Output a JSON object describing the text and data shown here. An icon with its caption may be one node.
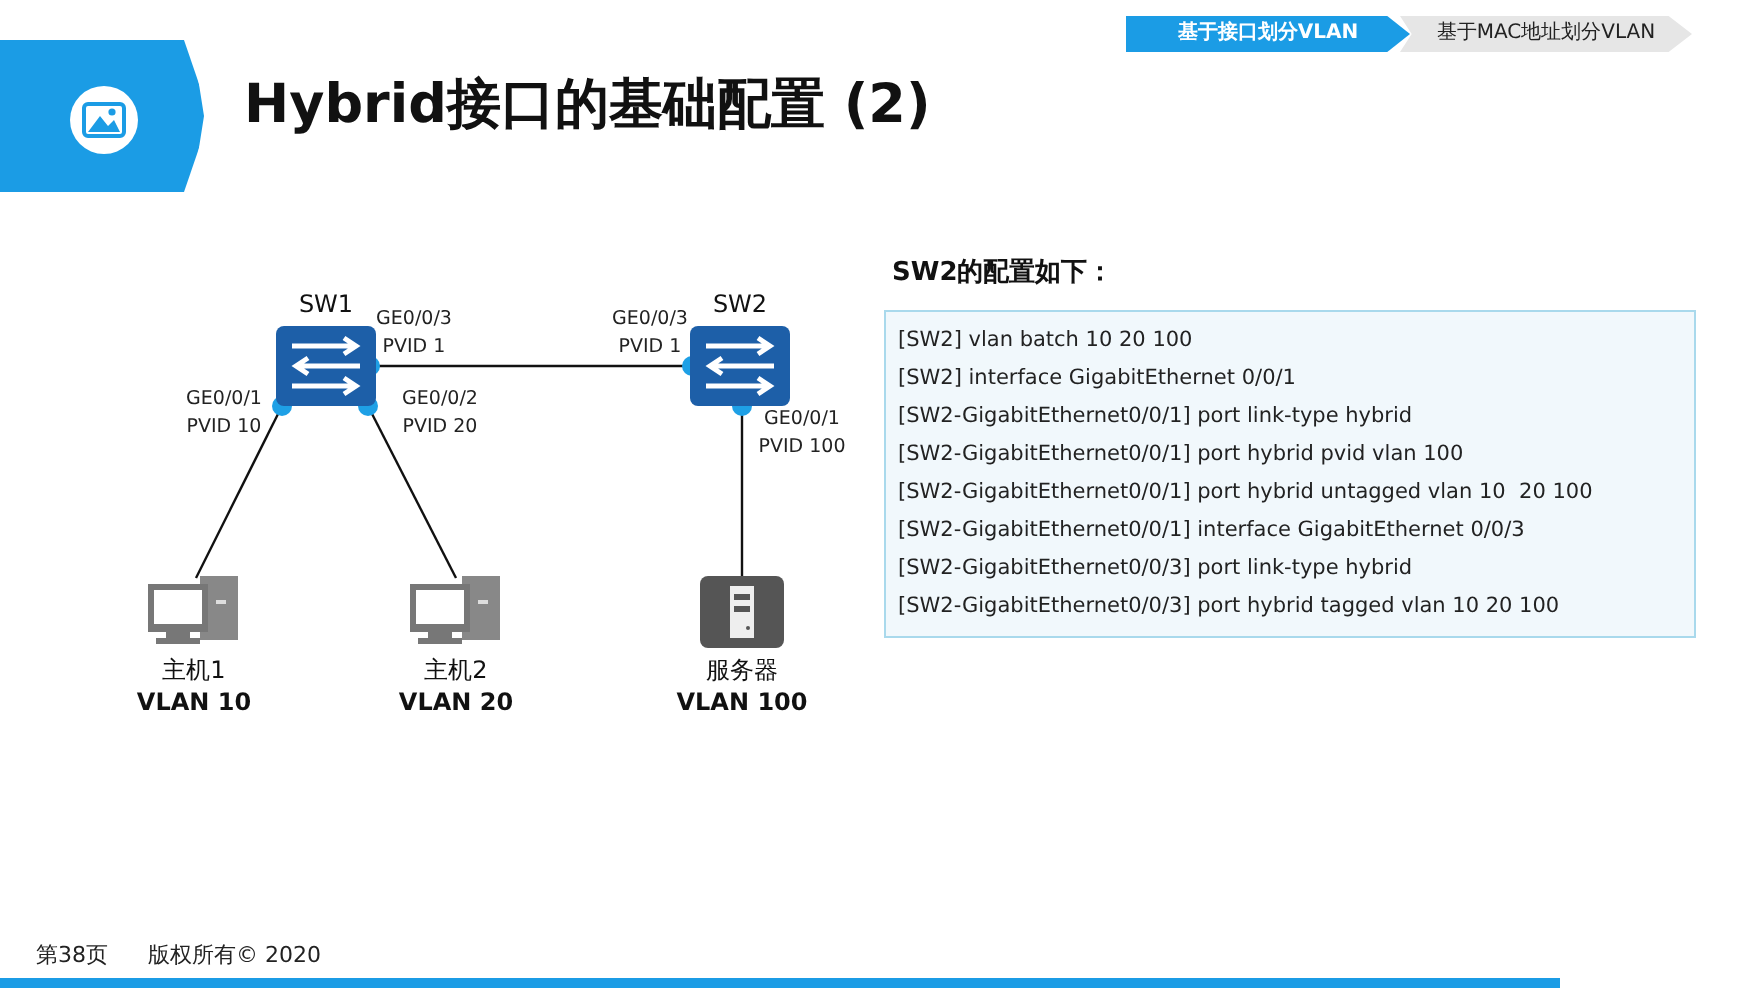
{
  "diagram": {
    "title": "Hybrid接口的基础配置 (2)",
    "nodes": [
      {
        "text": [
          "基于接口划分VLAN"
        ]
      },
      {
        "text": [
          "基于MAC地址划分VLAN"
        ]
      },
      {
        "text": [
          "SW1"
        ]
      },
      {
        "text": [
          "SW2"
        ]
      },
      {
        "text": [
          "主机1",
          "VLAN 10"
        ]
      },
      {
        "text": [
          "主机2",
          "VLAN 20"
        ]
      },
      {
        "text": [
          "服务器",
          "VLAN 100"
        ]
      },
      {
        "text": [
          "SW2的配置如下：",
          "[SW2] vlan batch 10 20 100",
          "[SW2] interface GigabitEthernet 0/0/1",
          "[SW2-GigabitEthernet0/0/1] port link-type hybrid",
          "[SW2-GigabitEthernet0/0/1] port hybrid pvid vlan 100",
          "[SW2-GigabitEthernet0/0/1] port hybrid untagged vlan 10  20 100",
          "[SW2-GigabitEthernet0/0/1] interface GigabitEthernet 0/0/3",
          "[SW2-GigabitEthernet0/0/3] port link-type hybrid",
          "[SW2-GigabitEthernet0/0/3] port hybrid tagged vlan 10 20 100"
        ]
      }
    ],
    "edges": [
      {
        "from": 2,
        "to": 3,
        "arrow": "none"
      },
      {
        "from": 2,
        "to": 4,
        "arrow": "none"
      },
      {
        "from": 2,
        "to": 5,
        "arrow": "none"
      },
      {
        "from": 3,
        "to": 6,
        "arrow": "none"
      }
    ],
    "labels": [
      "GE0/0/3 PVID 1",
      "GE0/0/3 PVID 1",
      "GE0/0/1 PVID 10",
      "GE0/0/2 PVID 20",
      "GE0/0/1 PVID 100",
      "第38页",
      "版权所有© 2020"
    ]
  }
}
